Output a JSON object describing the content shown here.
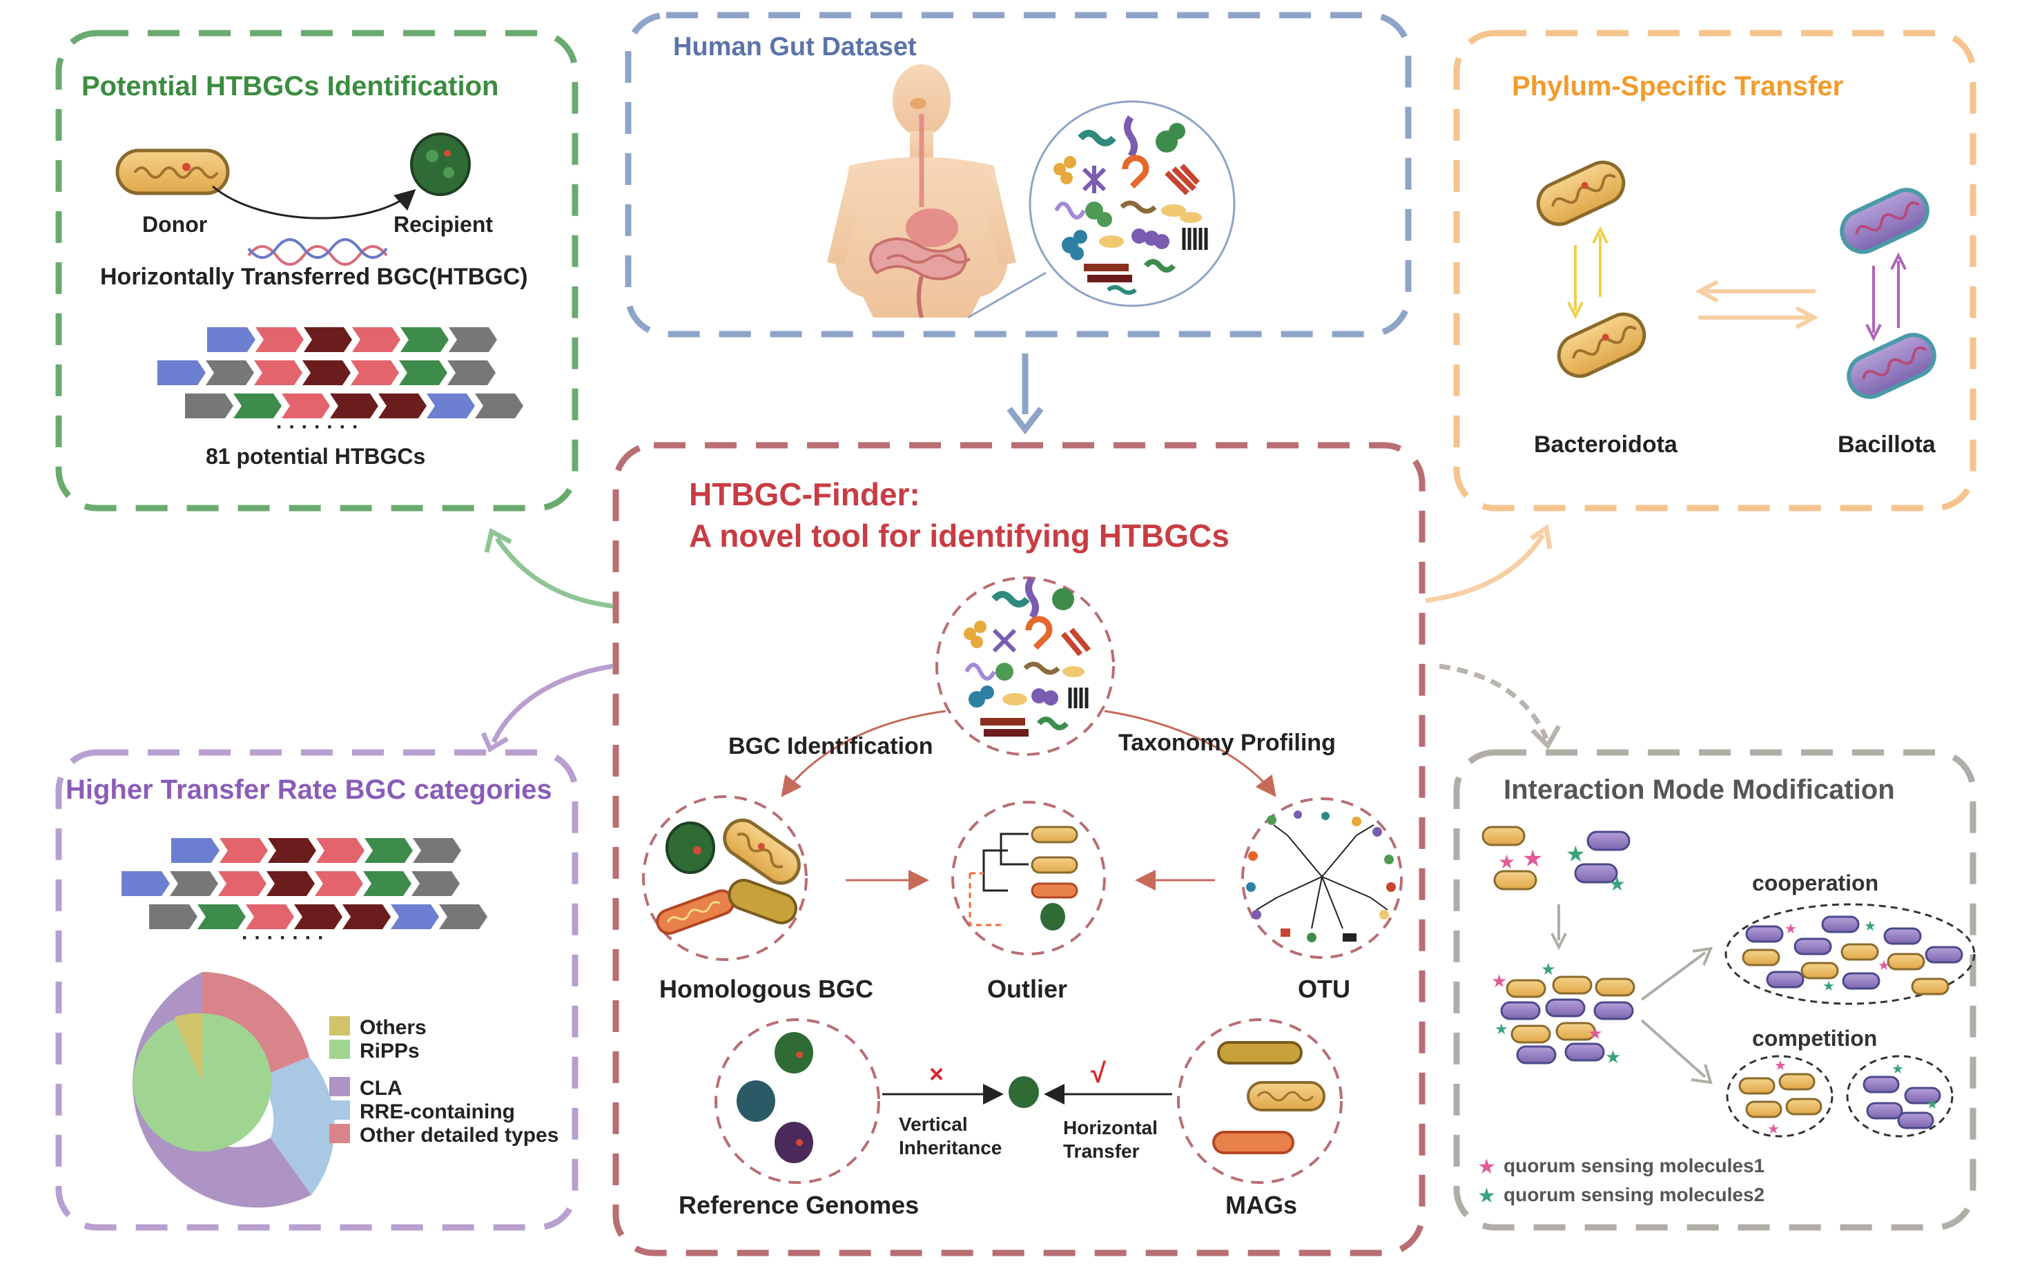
{
  "panels": {
    "potential": {
      "title": "Potential HTBGCs Identification",
      "donor": "Donor",
      "recipient": "Recipient",
      "caption": "Horizontally Transferred BGC(HTBGC)",
      "dots": "· · · · · · ·",
      "count_label": "81 potential HTBGCs"
    },
    "human_gut": {
      "title": "Human Gut Dataset"
    },
    "phylum": {
      "title": "Phylum-Specific Transfer",
      "left_label": "Bacteroidota",
      "right_label": "Bacillota"
    },
    "finder": {
      "title_line1": "HTBGC-Finder:",
      "title_line2": "A novel tool for identifying HTBGCs",
      "bgc_identification": "BGC Identification",
      "taxonomy_profiling": "Taxonomy Profiling",
      "homologous_bgc": "Homologous BGC",
      "outlier": "Outlier",
      "otu": "OTU",
      "reference_genomes": "Reference Genomes",
      "mags": "MAGs",
      "vertical_line1": "Vertical",
      "vertical_line2": "Inheritance",
      "horizontal_line1": "Horizontal",
      "horizontal_line2": "Transfer",
      "cross_mark": "×",
      "check_mark": "√"
    },
    "higher_rate": {
      "title": "Higher Transfer Rate BGC categories",
      "dots": "· · · · · · ·",
      "legend": [
        {
          "label": "Others",
          "color": "#cfc46a"
        },
        {
          "label": "RiPPs",
          "color": "#9fd590"
        },
        {
          "label": "CLA",
          "color": "#ad94c4"
        },
        {
          "label": "RRE-containing",
          "color": "#a8c8e4"
        },
        {
          "label": "Other detailed types",
          "color": "#d8848a"
        }
      ]
    },
    "interaction": {
      "title": "Interaction Mode Modification",
      "cooperation": "cooperation",
      "competition": "competition",
      "qs1": "quorum sensing molecules1",
      "qs2": "quorum sensing molecules2"
    }
  },
  "colors": {
    "green": "#6aaa6f",
    "blue": "#8ea3c8",
    "orange": "#f5c38d",
    "red": "#b86e72",
    "purple": "#b89fd0",
    "grey": "#b0aca6",
    "title_green": "#3b8c3f",
    "title_blue": "#5b74a8",
    "title_orange": "#f29b2c",
    "title_red": "#c83c43",
    "title_purple": "#8a5cb8",
    "title_grey": "#555555"
  }
}
